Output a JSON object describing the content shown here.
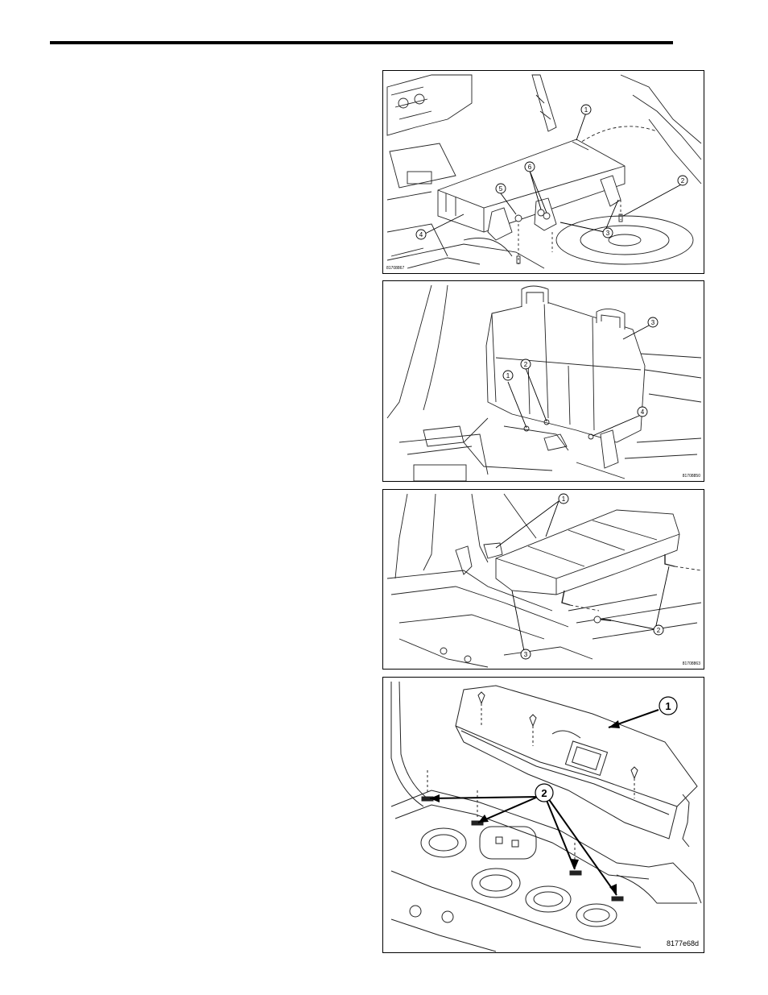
{
  "page": {
    "has_header_rule": true
  },
  "figures": [
    {
      "id": "81708867",
      "callouts": [
        "1",
        "2",
        "3",
        "3",
        "4",
        "5",
        "6"
      ]
    },
    {
      "id": "81708850",
      "callouts": [
        "1",
        "2",
        "3",
        "4"
      ]
    },
    {
      "id": "81708863",
      "callouts": [
        "1",
        "2",
        "3"
      ]
    },
    {
      "id": "8177e68d",
      "callouts": [
        "1",
        "2"
      ]
    }
  ]
}
